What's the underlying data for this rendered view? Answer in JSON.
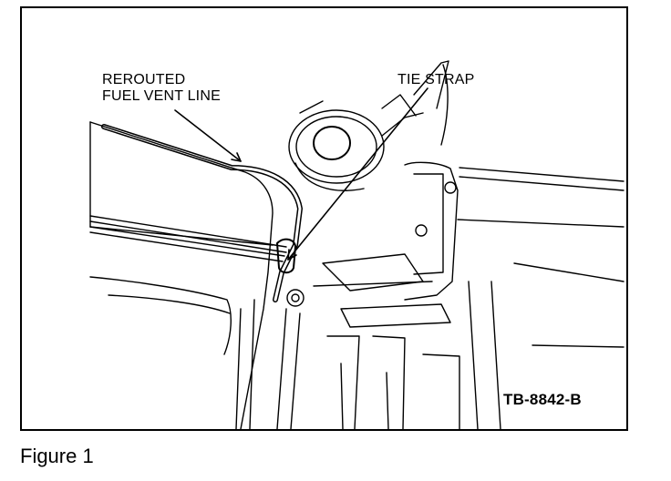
{
  "labels": {
    "vent_line_1": "REROUTED",
    "vent_line_2": "FUEL VENT LINE",
    "tie_strap": "TIE STRAP",
    "code": "TB-8842-B"
  },
  "caption": "Figure 1"
}
